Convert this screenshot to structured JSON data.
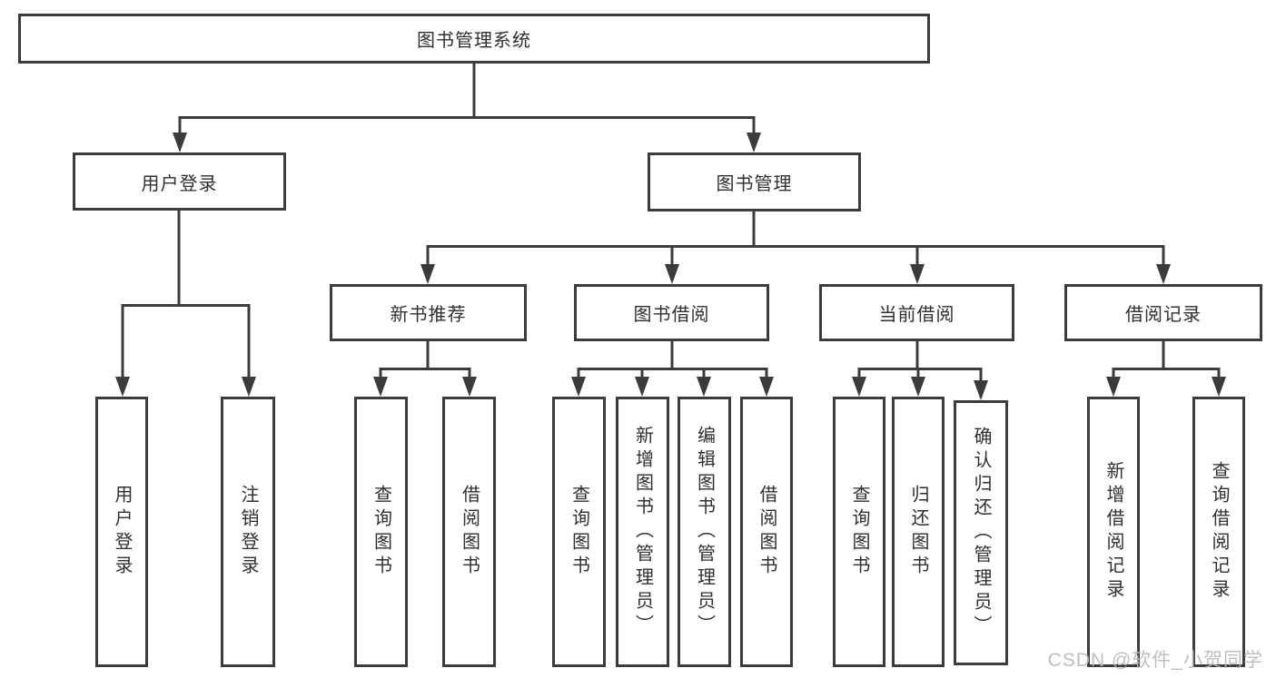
{
  "colors": {
    "line": "#3b3b3b",
    "box_border": "#3b3b3b",
    "text": "#2f2f2f",
    "watermark": "#b9b9b9",
    "background": "#ffffff"
  },
  "diagram": {
    "root": {
      "label": "图书管理系统"
    },
    "level2": [
      {
        "label": "用户登录"
      },
      {
        "label": "图书管理"
      }
    ],
    "level3": [
      {
        "label": "新书推荐"
      },
      {
        "label": "图书借阅"
      },
      {
        "label": "当前借阅"
      },
      {
        "label": "借阅记录"
      }
    ],
    "leaves": {
      "user_login": [
        {
          "label": "用户登录"
        },
        {
          "label": "注销登录"
        }
      ],
      "new_book": [
        {
          "label": "查询图书"
        },
        {
          "label": "借阅图书"
        }
      ],
      "book_borrow": [
        {
          "label": "查询图书"
        },
        {
          "label": "新增图书（管理员）"
        },
        {
          "label": "编辑图书（管理员）"
        },
        {
          "label": "借阅图书"
        }
      ],
      "current_borrow": [
        {
          "label": "查询图书"
        },
        {
          "label": "归还图书"
        },
        {
          "label": "确认归还（管理员）"
        }
      ],
      "borrow_records": [
        {
          "label": "新增借阅记录"
        },
        {
          "label": "查询借阅记录"
        }
      ]
    }
  },
  "watermark": {
    "text": "CSDN @软件_小贺同学"
  }
}
